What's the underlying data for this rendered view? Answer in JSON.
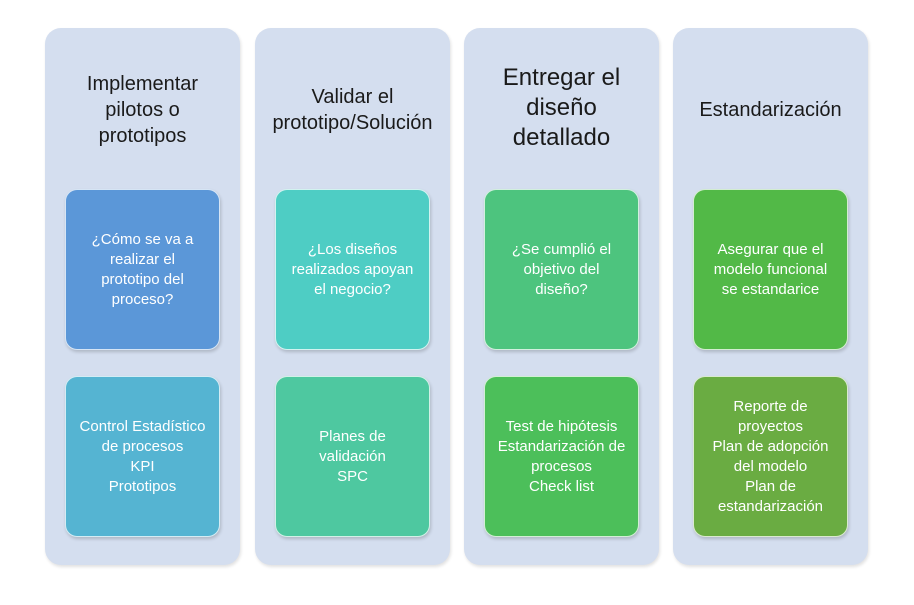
{
  "columns": [
    {
      "title": "Implementar\npilotos o\nprototipos",
      "question": "¿Cómo se va a\nrealizar el\nprototipo del\nproceso?",
      "tools": "Control Estadístico\nde procesos\nKPI\nPrototipos",
      "colors": {
        "question": "#5b97d8",
        "tools": "#55b4d2"
      }
    },
    {
      "title": "Validar el\nprototipo/Solución",
      "question": "¿Los diseños\nrealizados apoyan\nel negocio?",
      "tools": "Planes de\nvalidación\nSPC",
      "colors": {
        "question": "#4ecdc4",
        "tools": "#4ec8a0"
      }
    },
    {
      "title": "Entregar el\ndiseño\ndetallado",
      "question": "¿Se cumplió el\nobjetivo del\ndiseño?",
      "tools": "Test de hipótesis\nEstandarización de\nprocesos\nCheck list",
      "colors": {
        "question": "#4dc47e",
        "tools": "#4cbf5a"
      }
    },
    {
      "title": "Estandarización",
      "question": "Asegurar que el\nmodelo funcional\nse estandarice",
      "tools": "Reporte de\nproyectos\nPlan de adopción\ndel modelo\nPlan de\nestandarización",
      "colors": {
        "question": "#52b947",
        "tools": "#6aac42"
      }
    }
  ],
  "colors": {
    "column_background": "#d4deef",
    "card_text": "#ffffff",
    "title_text": "#1a1a1a"
  }
}
